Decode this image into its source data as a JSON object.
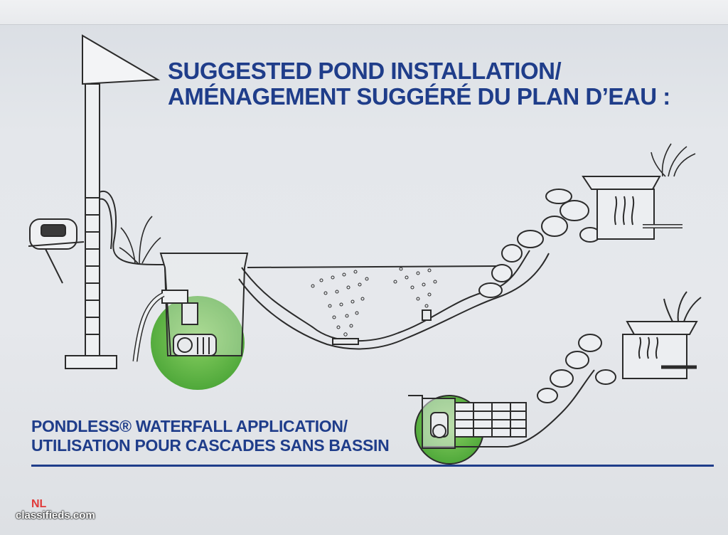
{
  "heading": {
    "line1": "SUGGESTED POND INSTALLATION/",
    "line2": "AMÉNAGEMENT SUGGÉRÉ DU PLAN D’EAU :"
  },
  "pondless": {
    "line1": "PONDLESS® WATERFALL APPLICATION/",
    "line2": "UTILISATION POUR CASCADES SANS BASSIN"
  },
  "watermark": {
    "prefix": "NL",
    "main": "classifieds.com"
  },
  "colors": {
    "heading_blue": "#1f3d8a",
    "pump_green": "#6cbf4a",
    "line_dark": "#2b2b2b",
    "watermark_red": "#e03a3a"
  },
  "icons": [
    "outlet-icon",
    "pump-icon",
    "bubbles-icon",
    "waterfall-box-icon",
    "plant-icon"
  ]
}
